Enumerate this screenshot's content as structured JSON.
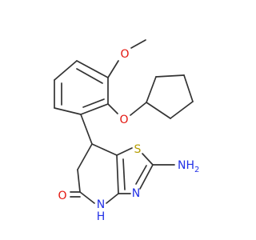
{
  "molecule": {
    "atoms": {
      "O_methoxy": "O",
      "O_ether": "O",
      "S_ring": "S",
      "N_ring": "N",
      "N_amine": "N",
      "H_amine": "H",
      "H2_amine": "2",
      "N_lactam": "N",
      "H_lactam": "H",
      "O_carbonyl": "O"
    },
    "colors": {
      "bond": "#333333",
      "oxygen": "#e3150e",
      "nitrogen": "#2230e6",
      "sulfur": "#b59d00"
    }
  }
}
